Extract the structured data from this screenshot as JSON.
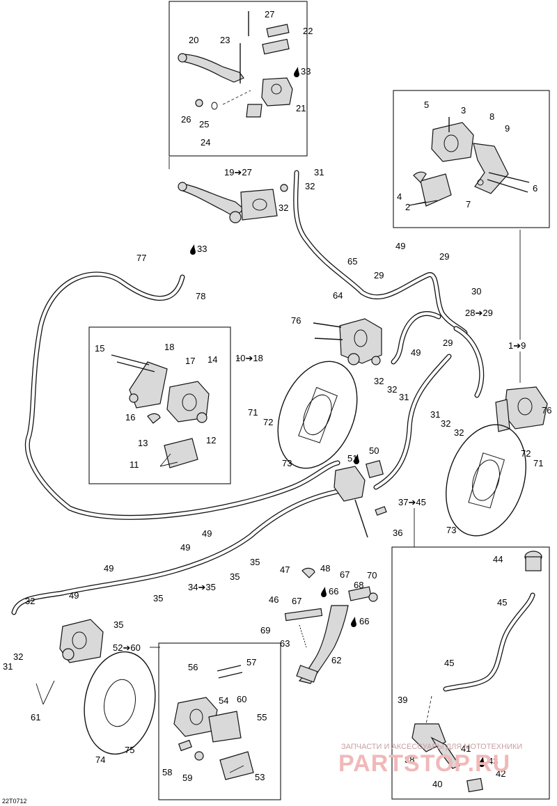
{
  "diagram": {
    "code": "22T0712",
    "callouts": {
      "c2": "2",
      "c3": "3",
      "c4": "4",
      "c5": "5",
      "c6": "6",
      "c7": "7",
      "c8": "8",
      "c9": "9",
      "c11": "11",
      "c12": "12",
      "c13": "13",
      "c14": "14",
      "c15": "15",
      "c16": "16",
      "c17": "17",
      "c18": "18",
      "c20": "20",
      "c21": "21",
      "c22": "22",
      "c23": "23",
      "c24": "24",
      "c25": "25",
      "c26": "26",
      "c27": "27",
      "c28_29": "28➔29",
      "c29": "29",
      "c30": "30",
      "c31": "31",
      "c32": "32",
      "c33": "33",
      "c34_35": "34➔35",
      "c35": "35",
      "c36": "36",
      "c37_45": "37➔45",
      "c38": "38",
      "c39": "39",
      "c40": "40",
      "c41": "41",
      "c42": "42",
      "c43": "43",
      "c44": "44",
      "c45": "45",
      "c46": "46",
      "c47": "47",
      "c48": "48",
      "c49": "49",
      "c50": "50",
      "c51": "51",
      "c52_60": "52➔60",
      "c53": "53",
      "c54": "54",
      "c55": "55",
      "c56": "56",
      "c57": "57",
      "c58": "58",
      "c59": "59",
      "c60": "60",
      "c61": "61",
      "c62": "62",
      "c63": "63",
      "c64": "64",
      "c65": "65",
      "c66": "66",
      "c67": "67",
      "c68": "68",
      "c69": "69",
      "c70": "70",
      "c71": "71",
      "c72": "72",
      "c73": "73",
      "c74": "74",
      "c75": "75",
      "c76": "76",
      "c77": "77",
      "c78": "78",
      "c1_9": "1➔9",
      "c10_18": "10➔18",
      "c19_27": "19➔27"
    }
  },
  "watermark": {
    "line1": "ЗАПЧАСТИ И АКСЕССУАРЫ ДЛЯ МОТОТЕХНИКИ",
    "line2": "PARTSTOP.RU"
  }
}
